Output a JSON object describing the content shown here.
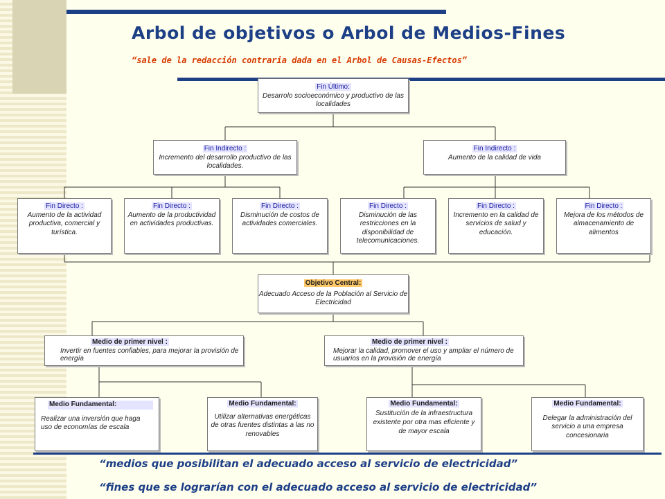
{
  "title": "Arbol de objetivos o Arbol de Medios-Fines",
  "subtitle": "“sale de la redacción contraria dada en el Arbol de Causas-Efectos”",
  "fin_ultimo": {
    "label": "Fin Último:",
    "text": "Desarrolo socioeconómico y productivo de las localidades"
  },
  "fines_indirectos": [
    {
      "label": "Fin Indirecto :",
      "text": "Incremento del desarrollo productivo de las localidades."
    },
    {
      "label": "Fin Indirecto :",
      "text": "Aumento de la calidad de vida"
    }
  ],
  "fines_directos": [
    {
      "label": "Fin Directo :",
      "text": "Aumento de la actividad productiva, comercial y turística."
    },
    {
      "label": "Fin Directo :",
      "text": "Aumento de la productividad en actividades productivas."
    },
    {
      "label": "Fin Directo :",
      "text": "Disminución de costos de actividades comerciales."
    },
    {
      "label": "Fin Directo :",
      "text": "Disminución de las restricciones en la disponibilidad de telecomunicaciones."
    },
    {
      "label": "Fin Directo :",
      "text": "Incremento en la calidad de servicios de salud y educación."
    },
    {
      "label": "Fin Directo :",
      "text": "Mejora de los métodos de almacenamiento de alimentos"
    }
  ],
  "objetivo_central": {
    "label": "Objetivo Central:",
    "text": "Adecuado Acceso de la Población al Servicio de Electricidad"
  },
  "medios_primer_nivel": [
    {
      "label": "Medio de primer nivel :",
      "text": "Invertir en fuentes confiables, para mejorar la provisión de energía"
    },
    {
      "label": "Medio de primer nivel :",
      "text": "Mejorar la calidad, promover el uso y ampliar el número de usuarios en la provisión de energía"
    }
  ],
  "medios_fundamentales": [
    {
      "label": "Medio Fundamental:",
      "text": "Realizar una inversión que haga uso de economías de escala"
    },
    {
      "label": "Medio Fundamental:",
      "text": "Utilizar alternativas energéticas de otras fuentes distintas a las no renovables"
    },
    {
      "label": "Medio Fundamental:",
      "text": "Sustitución de la infraestructura existente por otra mas eficiente y de mayor escala"
    },
    {
      "label": "Medio Fundamental:",
      "text": "Delegar la administración del servicio a una empresa concesionaria"
    }
  ],
  "footer": {
    "medios": "“medios que posibilitan el adecuado acceso al servicio de electricidad”",
    "fines": "“fines que se lograrían con el adecuado acceso al servicio de electricidad”"
  },
  "colors": {
    "title": "#1d3f86",
    "subtitle": "#d63a00",
    "label_bg": "#e4e4ff",
    "central_label_bg": "#ffc96a"
  }
}
